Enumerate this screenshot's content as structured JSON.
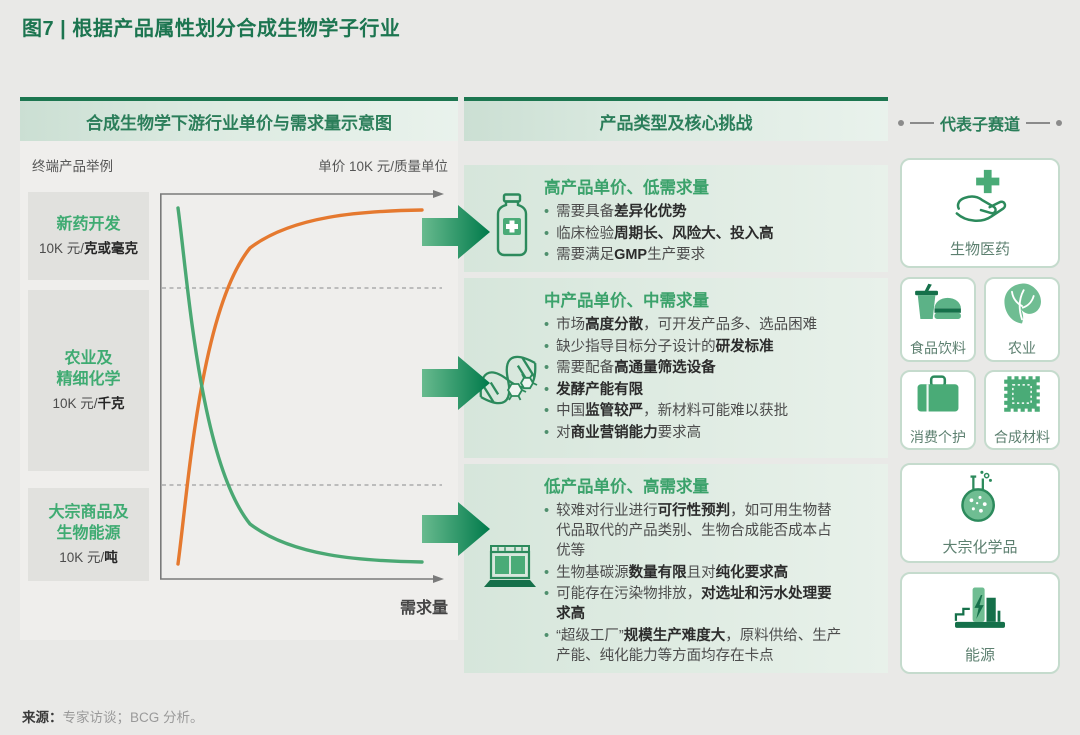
{
  "title": "图7 | 根据产品属性划分合成生物学子行业",
  "left_panel": {
    "header": "合成生物学下游行业单价与需求量示意图",
    "column_label_left": "终端产品举例",
    "column_label_right": "单价 10K 元/质量单位",
    "x_axis_label": "需求量",
    "categories": [
      {
        "name_lines": [
          "新药开发"
        ],
        "unit_prefix": "10K 元/",
        "unit_bold": "克或毫克"
      },
      {
        "name_lines": [
          "农业及",
          "精细化学"
        ],
        "unit_prefix": "10K 元/",
        "unit_bold": "千克"
      },
      {
        "name_lines": [
          "大宗商品及",
          "生物能源"
        ],
        "unit_prefix": "10K 元/",
        "unit_bold": "吨"
      }
    ],
    "chart": {
      "type": "line",
      "style": "schematic",
      "x_axis": "需求量",
      "y_axis": "单价 10K 元/质量单位",
      "series": [
        {
          "name": "单价",
          "color": "#e5792f",
          "trend": "rises steeply then saturates at high price"
        },
        {
          "name": "需求量",
          "color": "#4aa873",
          "trend": "falls steeply then flattens at low level"
        }
      ],
      "divider_lines": 2,
      "grid": "off"
    }
  },
  "middle_panel": {
    "header": "产品类型及核心挑战",
    "sections": [
      {
        "title": "高产品单价、低需求量",
        "icon": "medicine-bottle-icon",
        "bullets": [
          "需要具备**差异化优势**",
          "临床检验**周期长、风险大、投入高**",
          "需要满足**GMP**生产要求"
        ]
      },
      {
        "title": "中产品单价、中需求量",
        "icon": "dna-icon",
        "bullets": [
          "市场**高度分散**，可开发产品多、选品困难",
          "缺少指导目标分子设计的**研发标准**",
          "需要配备**高通量筛选设备**",
          "**发酵产能有限**",
          "中国**监管较严**，新材料可能难以获批",
          "对**商业营销能力**要求高"
        ]
      },
      {
        "title": "低产品单价、高需求量",
        "icon": "factory-icon",
        "bullets": [
          "较难对行业进行**可行性预判**，如可用生物替代品取代的产品类别、生物合成能否成本占优等",
          "生物基碳源**数量有限**且对**纯化要求高**",
          "可能存在污染物排放，**对选址和污水处理要求高**",
          "“超级工厂”**规模生产难度大**，原料供给、生产产能、纯化能力等方面均存在卡点"
        ]
      }
    ]
  },
  "right_panel": {
    "header": "代表子赛道",
    "tracks": [
      {
        "label": "生物医药",
        "icon": "hand-cross-icon"
      },
      {
        "label": "食品饮料",
        "icon": "food-drink-icon"
      },
      {
        "label": "农业",
        "icon": "leaf-icon"
      },
      {
        "label": "消费个护",
        "icon": "briefcase-icon"
      },
      {
        "label": "合成材料",
        "icon": "fabric-swatch-icon"
      },
      {
        "label": "大宗化学品",
        "icon": "flask-icon"
      },
      {
        "label": "能源",
        "icon": "power-plant-icon"
      }
    ]
  },
  "source": {
    "label": "来源：",
    "text": "专家访谈；BCG 分析。"
  },
  "colors": {
    "accent_dark_green": "#1c7650",
    "accent_green": "#3fab72",
    "arrow_gradient_start": "#68ba8e",
    "arrow_gradient_end": "#007a4b",
    "curve_orange": "#e5792f",
    "curve_green": "#4aa873",
    "section_bg": "#dcebe1",
    "category_box_bg": "#e1e1de"
  }
}
